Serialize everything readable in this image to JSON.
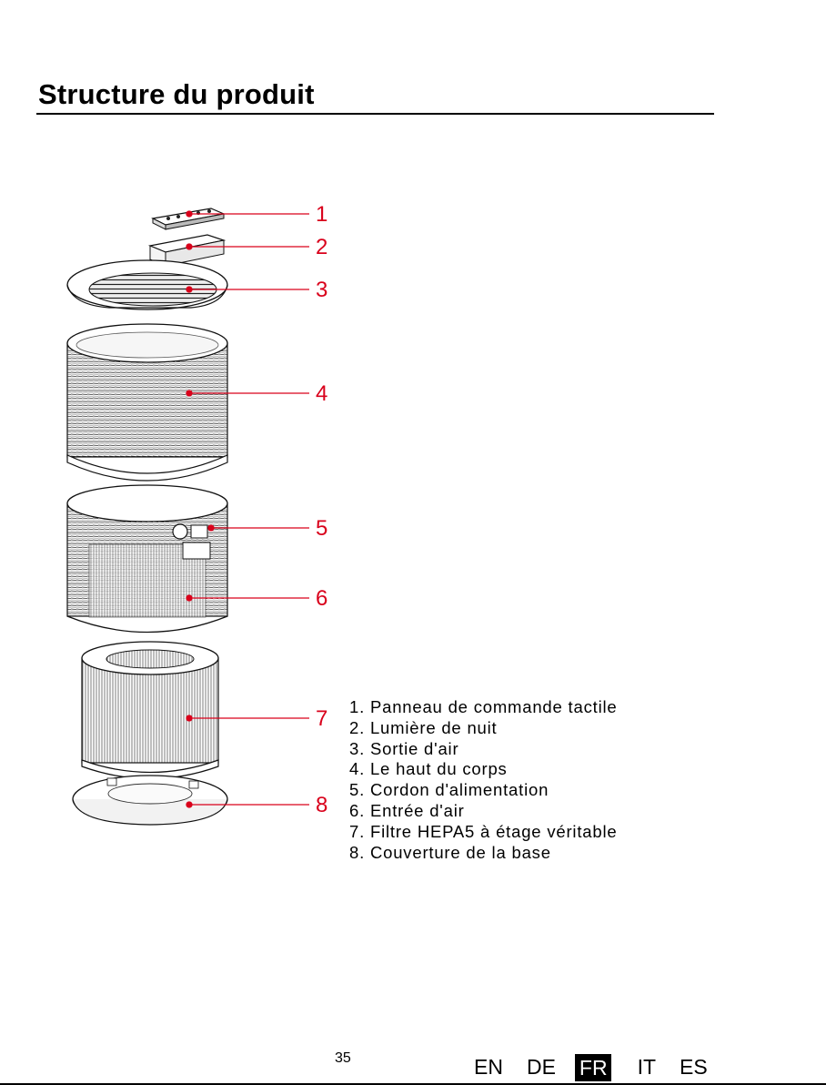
{
  "section_title": "Structure du produit",
  "callouts": [
    "1",
    "2",
    "3",
    "4",
    "5",
    "6",
    "7",
    "8"
  ],
  "legend": [
    "1. Panneau de commande tactile",
    "2. Lumière de nuit",
    "3. Sortie d'air",
    "4. Le haut du corps",
    "5. Cordon d'alimentation",
    "6. Entrée d'air",
    "7. Filtre HEPA5 à étage véritable",
    "8. Couverture de la base"
  ],
  "page_number": "35",
  "languages": [
    {
      "code": "EN",
      "active": false
    },
    {
      "code": "DE",
      "active": false
    },
    {
      "code": "FR",
      "active": true
    },
    {
      "code": "IT",
      "active": false
    },
    {
      "code": "ES",
      "active": false
    }
  ],
  "colors": {
    "callout": "#d9001b",
    "text": "#000000",
    "active_lang_bg": "#000000"
  }
}
